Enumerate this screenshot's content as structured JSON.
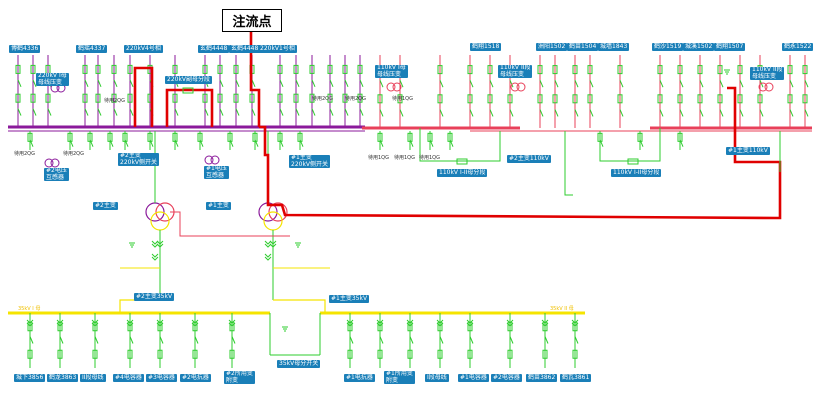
{
  "title": "注流点",
  "colors": {
    "bus_220kv": "#8b1a9b",
    "bus_110kv": "#e8405a",
    "bus_35kv": "#f5e400",
    "path": "#e00000",
    "breaker_green": "#2ecc2e",
    "label_bg": "#1a7fb8"
  },
  "labels": {
    "top_220": [
      "博鹤4336",
      "鹤瑶4337",
      "220kV4号相",
      "玄鹤4448",
      "玄鹤4448",
      "220kV1号相"
    ],
    "sec_220": [
      "220kV副母分段"
    ],
    "top_110": [
      "鹤翔1518",
      "洲阳1502",
      "鹤苗1504",
      "城墙1843",
      "鹤沙1519",
      "城溪1502",
      "鹤翔1507",
      "鹤永1522"
    ],
    "pt_110": [
      "110kV I母\n母线压变",
      "110kV II段\n母线压变",
      "110kV II段\n母线压变"
    ],
    "mid_blue": [
      "#2主变\n220kV侧开关",
      "#1主变\n220kV侧开关",
      "#2主变110kV",
      "#1主变110kV",
      "110kV I-II母分段",
      "110kV I-II母分段",
      "#2主变",
      "#1主变"
    ],
    "bus35_lbl": [
      "#2主变35kV",
      "#1主变35kV"
    ],
    "bus35_seg_left": "35kV I 母",
    "bus35_seg_right": "35kV II 母",
    "tie35": "35kV母分开关",
    "bottom": [
      "城下3856",
      "鹤龙3863",
      "II段母线",
      "#4电容器",
      "#3电容器",
      "#2电抗器",
      "#2所用变\n附变",
      "#1电抗器",
      "#1所用变\n附变",
      "I段母线",
      "#1电容器",
      "#2电容器",
      "鹤苗3862",
      "鹤瓦3861"
    ],
    "small_plain": [
      "待用2QG",
      "待用2QG",
      "待用2QG",
      "待用2QG",
      "待用2QG",
      "待用1QG",
      "待用1QG",
      "待用1QG",
      "待用1QG",
      "待用2QGV"
    ],
    "pt_220": [
      "220kV I母\n母线压变",
      "#2电压\n互感器",
      "#1电压\n互感器"
    ]
  }
}
